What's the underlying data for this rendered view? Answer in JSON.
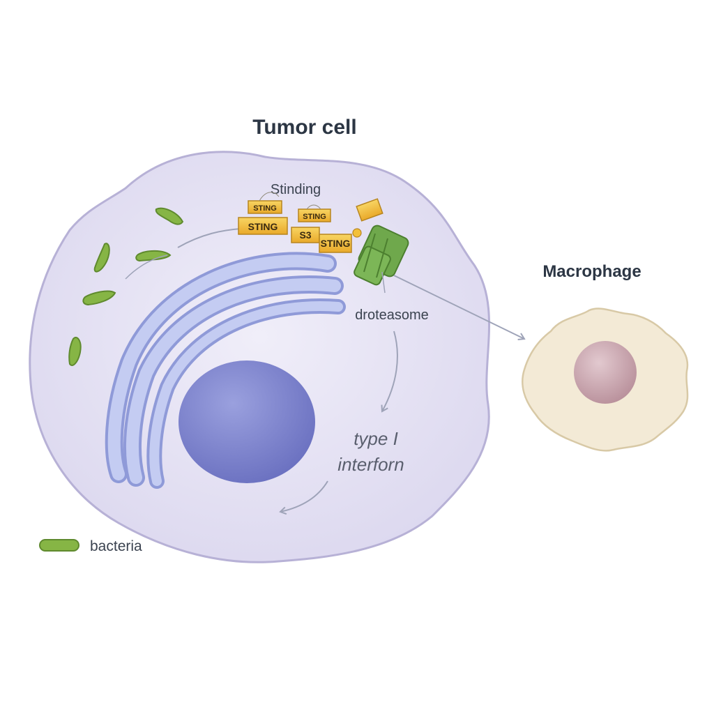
{
  "labels": {
    "tumor_cell": "Tumor cell",
    "signaling": "Stinding",
    "sting": [
      "STING",
      "STING",
      "STING",
      "STING"
    ],
    "sting_fragment": "S3",
    "proteasome": "droteasome",
    "interferon_line1": "type I",
    "interferon_line2": "interforn",
    "macrophage": "Macrophage",
    "legend_bacteria": "bacteria"
  },
  "colors": {
    "cell_fill": "#e6e3f3",
    "cell_outline": "#b7b1d6",
    "nucleus": "#7f86cf",
    "er": "#b9c3ee",
    "bacteria": "#86b545",
    "sting_box": "#f3c03a",
    "proteasome": "#6fa84c",
    "macrophage_fill": "#f3ead6",
    "macrophage_nucleus": "#c9a6b0",
    "arrow": "#9ea3b8"
  }
}
